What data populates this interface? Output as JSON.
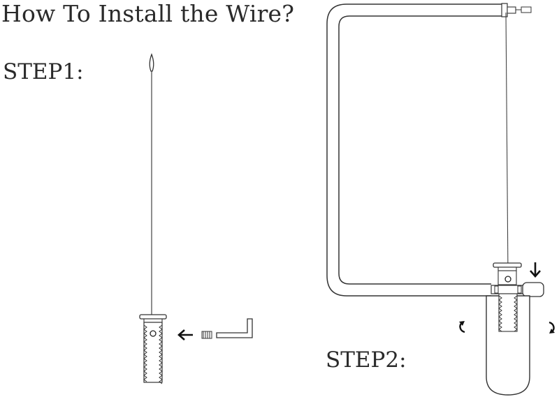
{
  "header": {
    "title": "How To Install the Wire?"
  },
  "steps": [
    {
      "label": "STEP1:"
    },
    {
      "label": "STEP2:"
    }
  ],
  "icons": {
    "step1": [
      "wire-loop-icon",
      "wire-line",
      "wire-tensioner-knob-icon",
      "arrow-left-icon",
      "set-screw-icon",
      "hex-key-icon"
    ],
    "step2": [
      "saw-frame-icon",
      "wire-line",
      "arrow-down-icon",
      "tension-handle-icon",
      "rotate-left-icon",
      "rotate-right-icon"
    ]
  }
}
